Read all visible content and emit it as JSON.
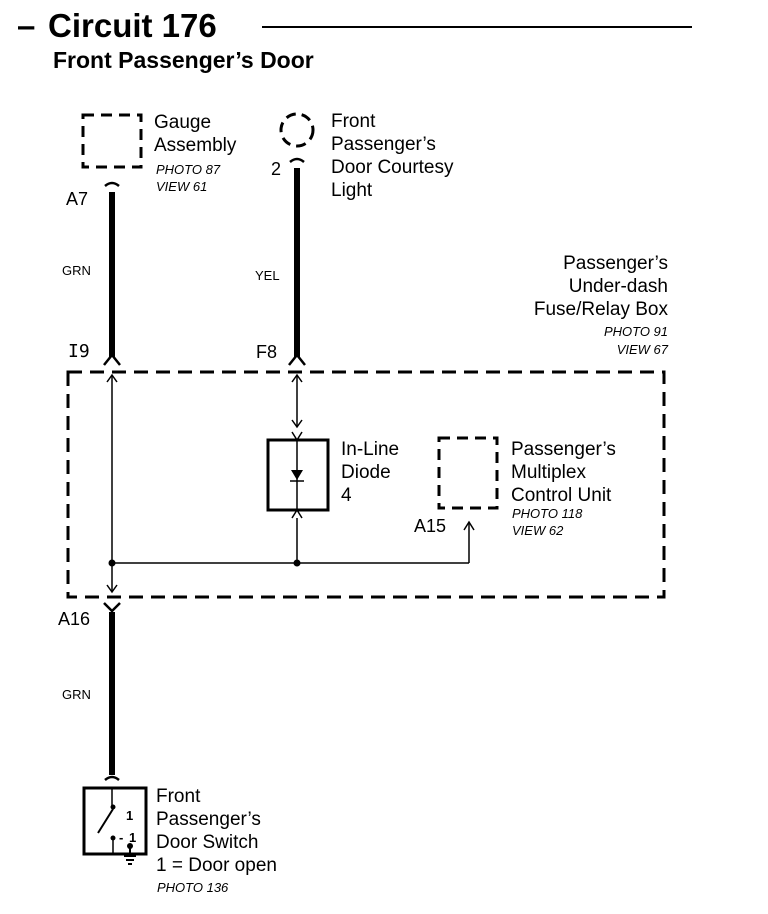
{
  "header": {
    "dash": "–",
    "title": "Circuit 176",
    "subtitle": "Front Passenger’s Door"
  },
  "gauge": {
    "lines": [
      "Gauge",
      "Assembly"
    ],
    "photo": "PHOTO 87",
    "view": "VIEW 61",
    "pin": "A7"
  },
  "courtesy_light": {
    "lines": [
      "Front",
      "Passenger’s",
      "Door Courtesy",
      "Light"
    ],
    "pin": "2"
  },
  "fuse_box": {
    "lines": [
      "Passenger’s",
      "Under-dash",
      "Fuse/Relay Box"
    ],
    "photo": "PHOTO 91",
    "view": "VIEW 67",
    "pin_left": "I9",
    "pin_right": "F8",
    "pin_bottom": "A16"
  },
  "wires": {
    "top_left": "GRN",
    "top_right": "YEL",
    "bottom": "GRN"
  },
  "diode": {
    "lines": [
      "In-Line",
      "Diode",
      "4"
    ]
  },
  "mcu": {
    "lines": [
      "Passenger’s",
      "Multiplex",
      "Control Unit"
    ],
    "photo": "PHOTO 118",
    "view": "VIEW 62",
    "pin": "A15"
  },
  "door_switch": {
    "lines": [
      "Front",
      "Passenger’s",
      "Door Switch",
      "1 = Door open"
    ],
    "photo": "PHOTO 136",
    "contact": "1",
    "contact2": "1"
  }
}
